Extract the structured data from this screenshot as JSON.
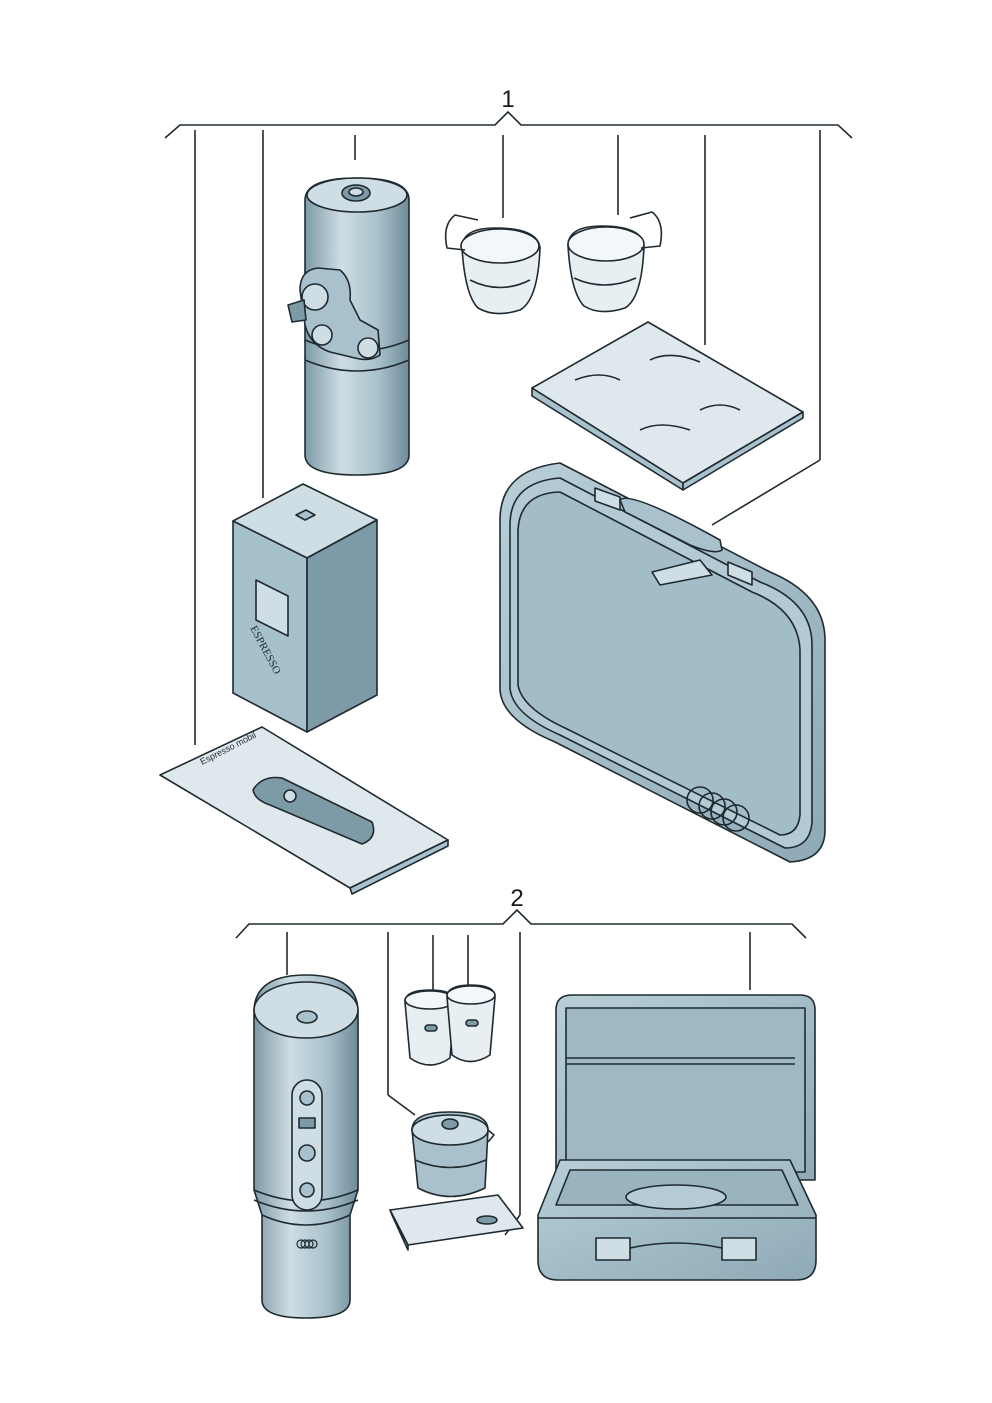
{
  "callouts": {
    "group1": "1",
    "group2": "2"
  },
  "box_label": "ESPRESSO",
  "leaflet_label": "Espresso mobil"
}
